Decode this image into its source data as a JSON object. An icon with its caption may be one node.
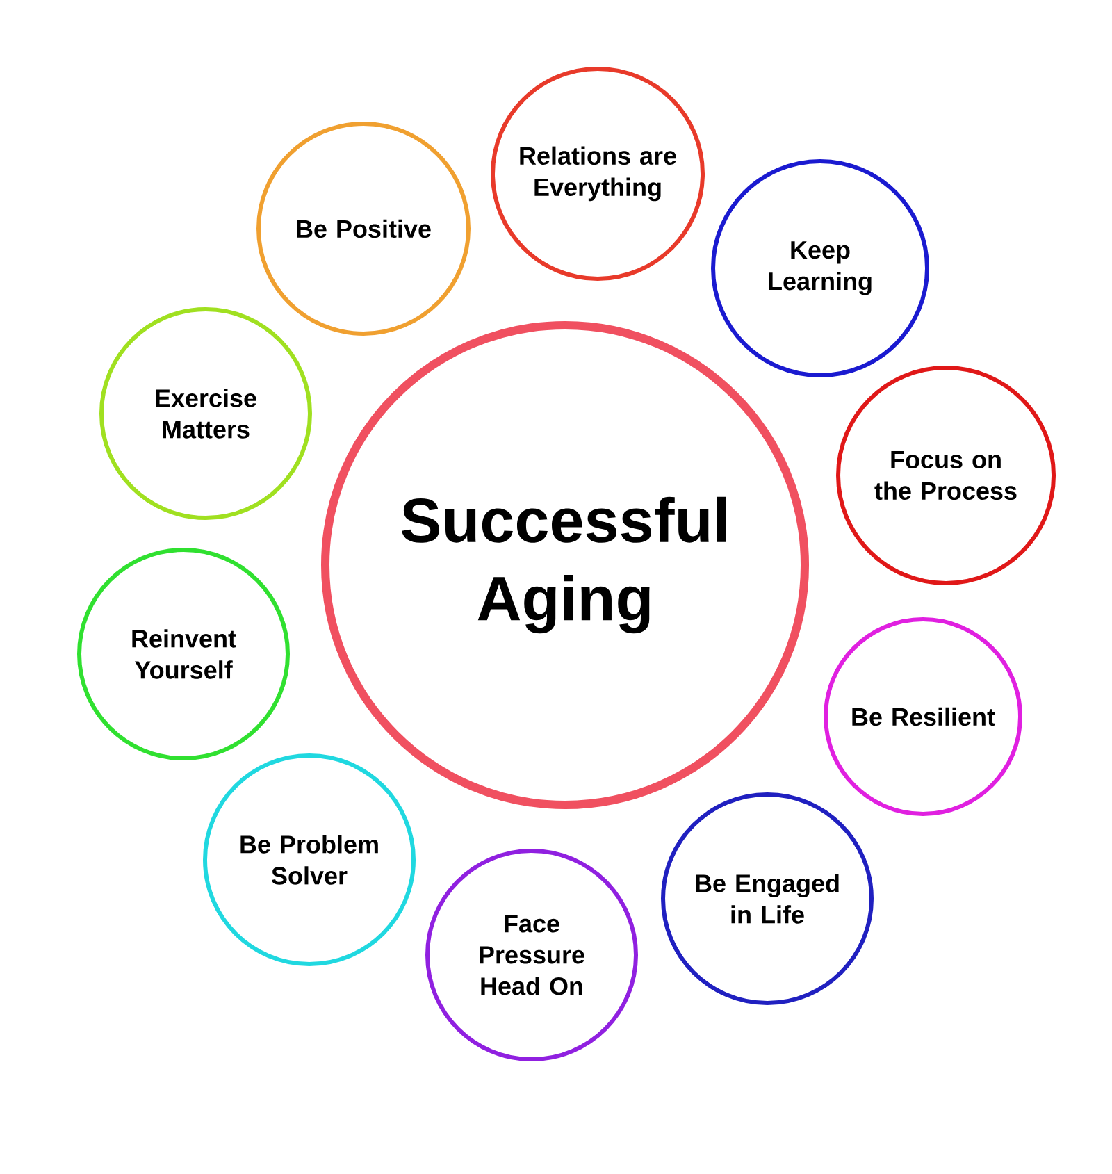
{
  "diagram": {
    "nodes": [
      {
        "text": [
          "Successful Aging"
        ]
      },
      {
        "text": [
          "Be Positive"
        ]
      },
      {
        "text": [
          "Relations are Everything"
        ]
      },
      {
        "text": [
          "Keep Learning"
        ]
      },
      {
        "text": [
          "Focus on the Process"
        ]
      },
      {
        "text": [
          "Be Resilient"
        ]
      },
      {
        "text": [
          "Be Engaged in Life"
        ]
      },
      {
        "text": [
          "Face Pressure Head On"
        ]
      },
      {
        "text": [
          "Be Problem Solver"
        ]
      },
      {
        "text": [
          "Reinvent Yourself"
        ]
      },
      {
        "text": [
          "Exercise Matters"
        ]
      }
    ]
  }
}
